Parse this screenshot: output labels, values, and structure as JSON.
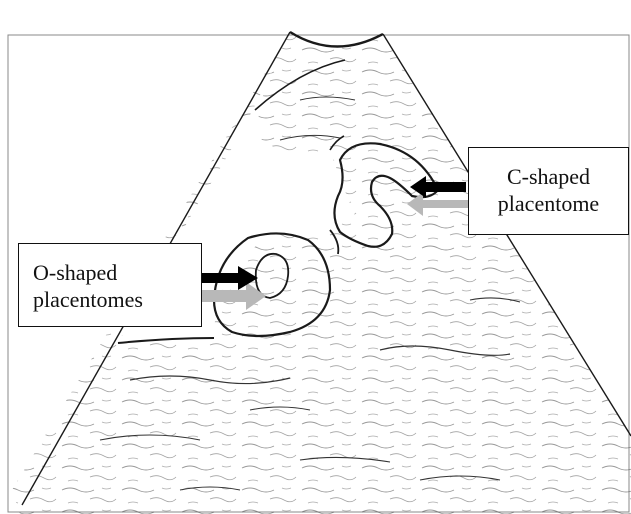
{
  "labels": {
    "c_shaped": [
      "C-shaped",
      "placentome"
    ],
    "o_shaped": [
      "O-shaped",
      "placentomes"
    ]
  },
  "colors": {
    "line": "#1a1a1a",
    "arrow": "#000000",
    "arrow_shadow": "#b8b8b8",
    "background": "#ffffff"
  }
}
